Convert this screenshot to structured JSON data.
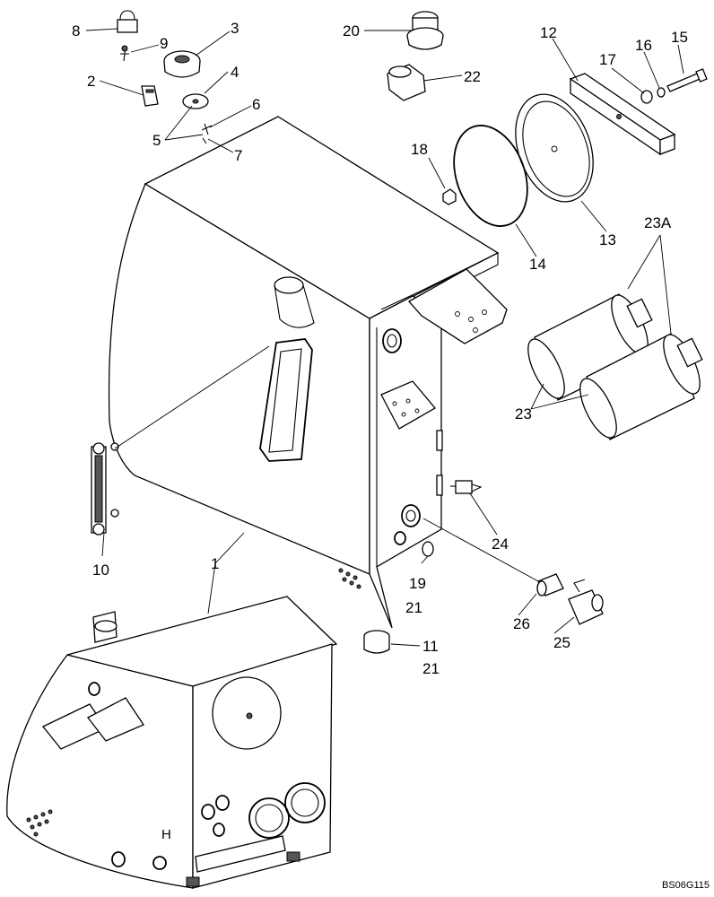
{
  "callouts": {
    "c1": "1",
    "c2": "2",
    "c3": "3",
    "c4": "4",
    "c5": "5",
    "c6": "6",
    "c7": "7",
    "c8": "8",
    "c9": "9",
    "c10": "10",
    "c11": "11",
    "c12": "12",
    "c13": "13",
    "c14": "14",
    "c15": "15",
    "c16": "16",
    "c17": "17",
    "c18": "18",
    "c19": "19",
    "c20": "20",
    "c21a": "21",
    "c21b": "21",
    "c22": "22",
    "c23": "23",
    "c23a": "23A",
    "c24": "24",
    "c25": "25",
    "c26": "26"
  },
  "drawing_code": "BS06G115"
}
